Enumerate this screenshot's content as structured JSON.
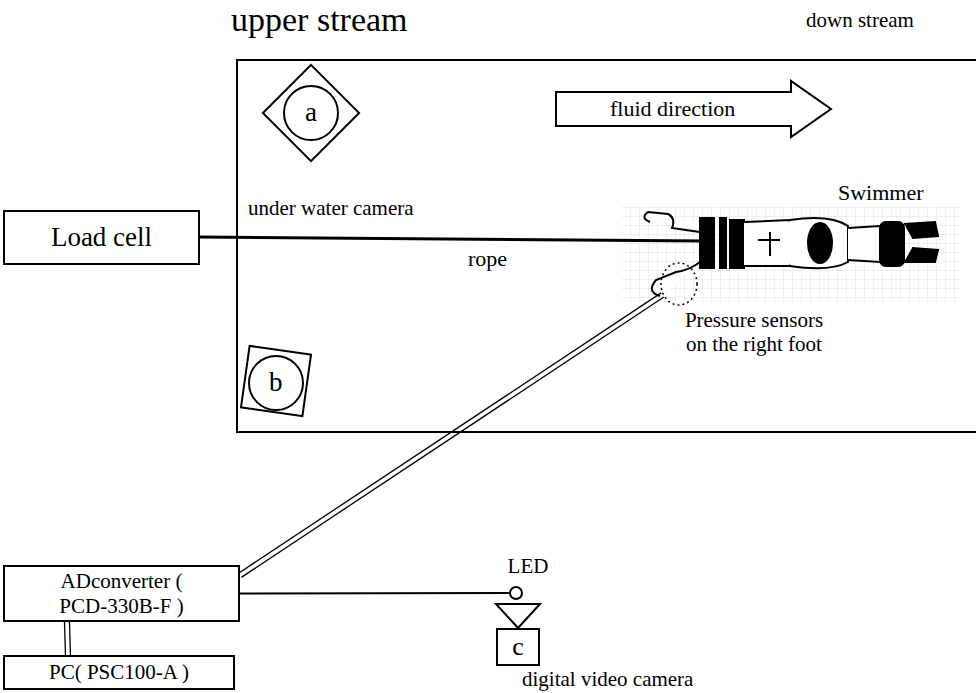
{
  "diagram": {
    "nodes": [
      {
        "text": [
          "a"
        ]
      },
      {
        "text": [
          "fluid direction"
        ]
      },
      {
        "text": [
          "Load cell"
        ]
      },
      {
        "text": [
          "Pressure sensors on the right foot"
        ]
      },
      {
        "text": [
          "b"
        ]
      },
      {
        "text": [
          "ADconverter ( PCD-330B-F )"
        ]
      },
      {
        "text": [
          "LED"
        ]
      },
      {
        "text": [
          "PC( PSC100-A )"
        ]
      },
      {
        "text": [
          "c"
        ]
      }
    ],
    "edges": [
      {
        "from": 5,
        "to": 3,
        "arrow": "none"
      },
      {
        "from": 5,
        "to": 6,
        "arrow": "none"
      },
      {
        "from": 5,
        "to": 7,
        "arrow": "none"
      }
    ],
    "labels": [
      "upper stream",
      "down stream",
      "under water camera",
      "rope",
      "Swimmer",
      "digital video camera"
    ]
  }
}
